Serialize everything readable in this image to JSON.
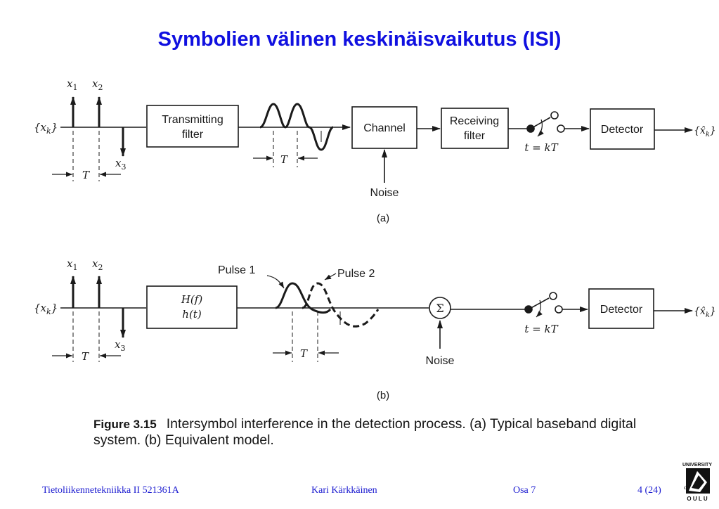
{
  "title": "Symbolien välinen keskinäisvaikutus (ISI)",
  "diagram": {
    "input_label": "{x",
    "input_sub": "k",
    "x1": "x",
    "s1": "1",
    "x2": "x",
    "s2": "2",
    "x3": "x",
    "s3": "3",
    "T": "T",
    "a": {
      "tx_line1": "Transmitting",
      "tx_line2": "filter",
      "channel": "Channel",
      "rx_line1": "Receiving",
      "rx_line2": "filter",
      "noise": "Noise",
      "sample": "t = kT",
      "detector": "Detector",
      "output": "{x̂",
      "output_sub": "k",
      "label": "(a)"
    },
    "b": {
      "hf": "H(f)",
      "ht": "h(t)",
      "pulse1": "Pulse 1",
      "pulse2": "Pulse 2",
      "sigma": "Σ",
      "noise": "Noise",
      "sample": "t = kT",
      "detector": "Detector",
      "output": "{x̂",
      "output_sub": "k",
      "label": "(b)"
    }
  },
  "caption": {
    "number": "Figure 3.15",
    "text": "Intersymbol interference in the detection process. (a) Typical baseband digital system. (b) Equivalent model."
  },
  "footer": {
    "course": "Tietoliikennetekniikka II  521361A",
    "author": "Kari Kärkkäinen",
    "part": "Osa 7",
    "page": "4  (24)"
  },
  "logo_text": {
    "top": "UNIVERSITY",
    "of": "of",
    "bottom": "O U L U"
  },
  "colors": {
    "title": "#1010e0",
    "footer": "#1a1ad0",
    "ink": "#1a1a1a"
  }
}
